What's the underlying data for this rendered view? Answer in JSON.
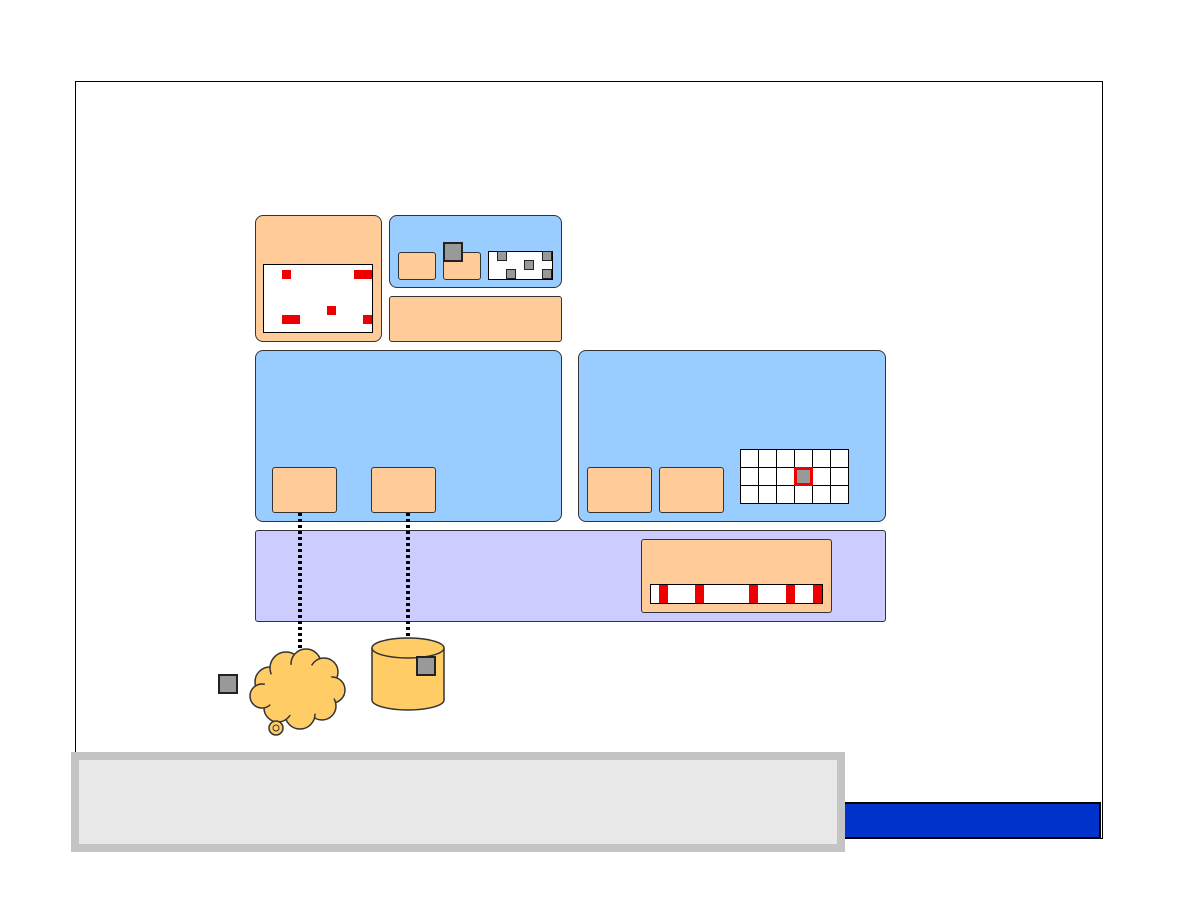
{
  "diagram": {
    "colors": {
      "component_fill": "#ffcc99",
      "container_fill": "#99ccff",
      "base_layer_fill": "#ccccff",
      "marker_red": "#ee0000",
      "marker_gray": "#999999",
      "database_fill": "#ffcc66",
      "cloud_fill": "#ffcc66",
      "footer_bar": "#0033cc",
      "caption_fill": "#e8e8e8"
    },
    "icons": [
      "cloud-icon",
      "database-icon"
    ],
    "grid": {
      "rows": 3,
      "cols": 6,
      "highlighted": [
        1,
        3
      ]
    },
    "caption_text": ""
  }
}
